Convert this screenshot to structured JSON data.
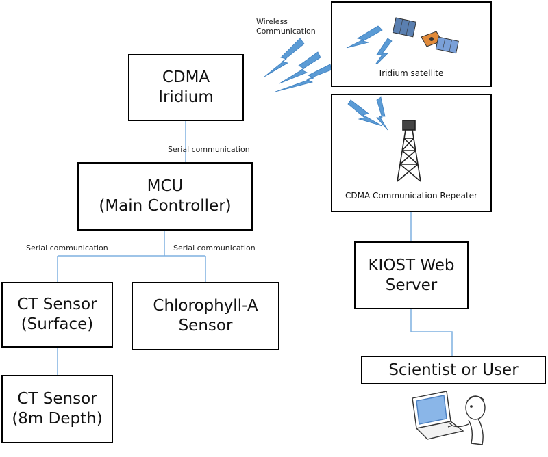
{
  "nodes": {
    "cdma_iridium": [
      "CDMA",
      "Iridium"
    ],
    "mcu": [
      "MCU",
      "(Main Controller)"
    ],
    "ct_surface": [
      "CT Sensor",
      "(Surface)"
    ],
    "chlorophyll": [
      "Chlorophyll-A",
      "Sensor"
    ],
    "ct_depth": [
      "CT Sensor",
      "(8m Depth)"
    ],
    "iridium_sat": "Iridium satellite",
    "repeater": "CDMA Communication Repeater",
    "kiost": [
      "KIOST Web",
      "Server"
    ],
    "scientist": "Scientist or User"
  },
  "edges": {
    "wireless": [
      "Wireless",
      "Communication"
    ],
    "serial_top": "Serial communication",
    "serial_left": "Serial communication",
    "serial_right": "Serial communication"
  },
  "colors": {
    "connector": "#7fb0e0",
    "lightning": "#5b9bd5",
    "box_border": "#000000"
  }
}
